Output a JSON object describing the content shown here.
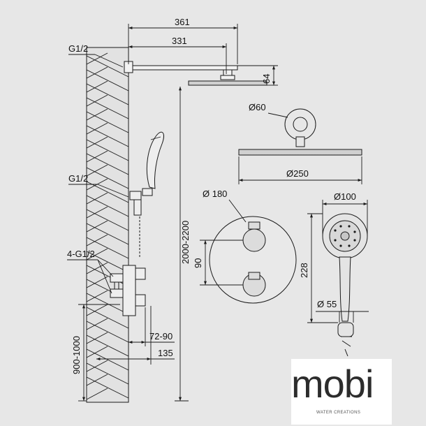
{
  "dims": {
    "d361": "361",
    "d331": "331",
    "g12_top": "G1/2",
    "d64": "64",
    "d60": "Ø60",
    "d250": "Ø250",
    "g12_mid": "G1/2",
    "d180": "Ø 180",
    "d100": "Ø100",
    "h2000": "2000-2200",
    "d90": "90",
    "d228": "228",
    "g12_four": "4-G1/2",
    "d55": "Ø 55",
    "d7290": "72-90",
    "h9001000": "900-1000",
    "d135": "135"
  },
  "logo": {
    "word": "mobi",
    "tagline": "WATER CREATIONS"
  },
  "colors": {
    "background": "#e7e7e7",
    "line": "#1a1a1a",
    "logo_text": "#2c2c2c"
  }
}
